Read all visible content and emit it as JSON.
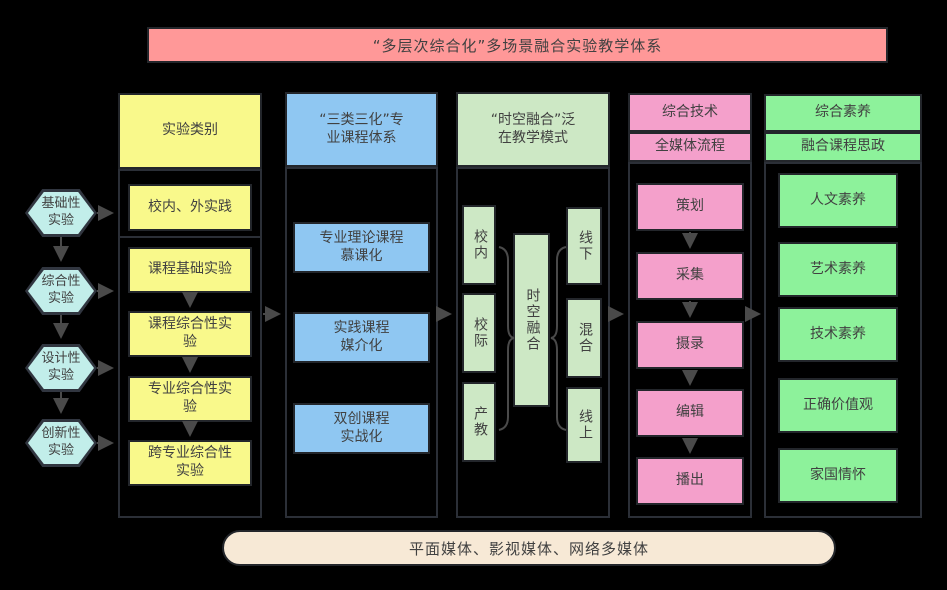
{
  "title": "“多层次综合化”多场景融合实验教学体系",
  "footer": "平面媒体、影视媒体、网络多媒体",
  "hexagons": [
    {
      "label": "基础性\n实验"
    },
    {
      "label": "综合性\n实验"
    },
    {
      "label": "设计性\n实验"
    },
    {
      "label": "创新性\n实验"
    }
  ],
  "col1": {
    "header": "实验类别",
    "boxes": [
      "校内、外实践",
      "课程基础实验",
      "课程综合性实\n验",
      "专业综合性实\n验",
      "跨专业综合性\n实验"
    ]
  },
  "col2": {
    "header": "“三类三化”专\n业课程体系",
    "boxes": [
      "专业理论课程\n慕课化",
      "实践课程\n媒介化",
      "双创课程\n实战化"
    ]
  },
  "col3": {
    "header": "“时空融合”泛\n在教学模式",
    "left_boxes": [
      "校内",
      "校际",
      "产教"
    ],
    "center_box": "时空融合",
    "right_boxes": [
      "线下",
      "混合",
      "线上"
    ]
  },
  "col4": {
    "headers": [
      "综合技术",
      "全媒体流程"
    ],
    "boxes": [
      "策划",
      "采集",
      "摄录",
      "编辑",
      "播出"
    ]
  },
  "col5": {
    "headers": [
      "综合素养",
      "融合课程思政"
    ],
    "boxes": [
      "人文素养",
      "艺术素养",
      "技术素养",
      "正确价值观",
      "家国情怀"
    ]
  },
  "colors": {
    "title_banner": "#ff9898",
    "yellow": "#f9f98b",
    "blue": "#8fc7f2",
    "pale_green": "#cde8c5",
    "pink": "#f4a0cb",
    "bright_green": "#8df29b",
    "hexagon_cyan": "#c2eeea",
    "footer_cream": "#f7e9d6",
    "background": "#000000",
    "arrow": "#4a4a4a"
  }
}
